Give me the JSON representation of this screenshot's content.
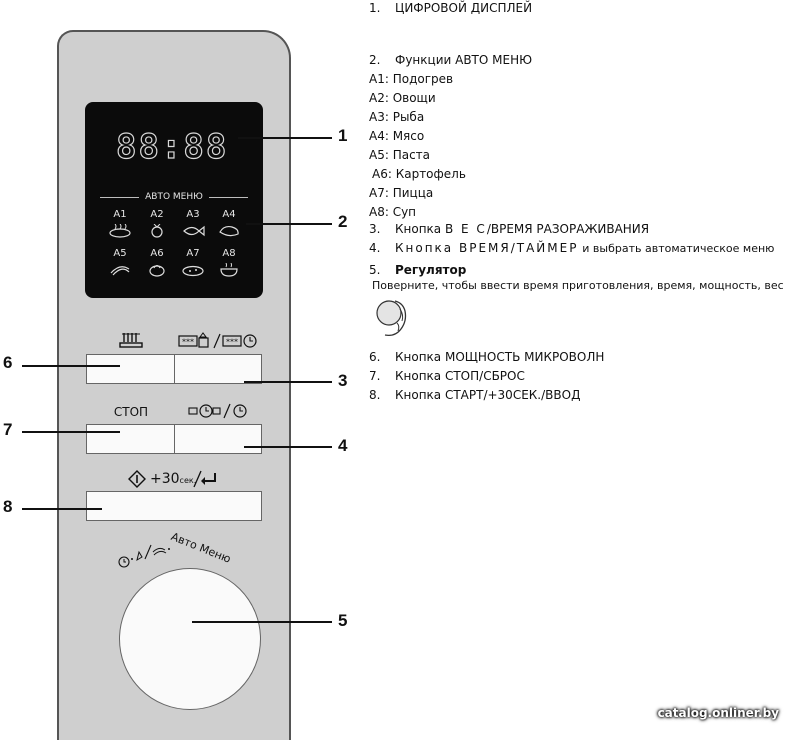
{
  "panel": {
    "display_digits": "88:88",
    "auto_menu_title": "АВТО МЕНЮ",
    "auto_codes": [
      "A1",
      "A2",
      "A3",
      "A4",
      "A5",
      "A6",
      "A7",
      "A8"
    ],
    "stop_label": "СТОП",
    "start_label": "+30",
    "start_label_small": "сек.",
    "knob_label": "Авто Меню"
  },
  "callouts": [
    "1",
    "2",
    "3",
    "4",
    "5",
    "6",
    "7",
    "8"
  ],
  "legend": {
    "item1": {
      "num": "1.",
      "text": "ЦИФРОВОЙ ДИСПЛЕЙ"
    },
    "item2": {
      "num": "2.",
      "text": "Функции АВТО МЕНЮ"
    },
    "auto_list": [
      "A1: Подогрев",
      "A2: Овощи",
      "A3: Рыба",
      "A4: Мясо",
      "A5: Паста",
      "A6: Картофель",
      "A7: Пицца",
      "A8: Суп"
    ],
    "item3": {
      "num": "3.",
      "prefix": "Кнопка",
      "spaced": "В Е С",
      "rest": "/ВРЕМЯ РАЗОРАЖИВАНИЯ"
    },
    "item4": {
      "num": "4.",
      "spaced": "Кнопка ВРЕМЯ/ТАЙМЕР",
      "rest": "и выбрать автоматическое меню"
    },
    "item5": {
      "num": "5.",
      "title": "Регулятор",
      "desc": "Поверните, чтобы ввести время приготовления, время, мощность, вес"
    },
    "item6": {
      "num": "6.",
      "text": "Кнопка  МОЩНОСТЬ МИКРОВОЛН"
    },
    "item7": {
      "num": "7.",
      "text": "Кнопка  СТОП/СБРОС"
    },
    "item8": {
      "num": "8.",
      "text": "Кнопка  СТАРТ/+30СЕК./ВВОД"
    }
  },
  "watermark": "catalog.onliner.by",
  "icons": [
    "microwave-power-icon",
    "weight-defrost-icon",
    "clock-timer-icon",
    "start-icon",
    "enter-icon",
    "hand-knob-icon"
  ]
}
